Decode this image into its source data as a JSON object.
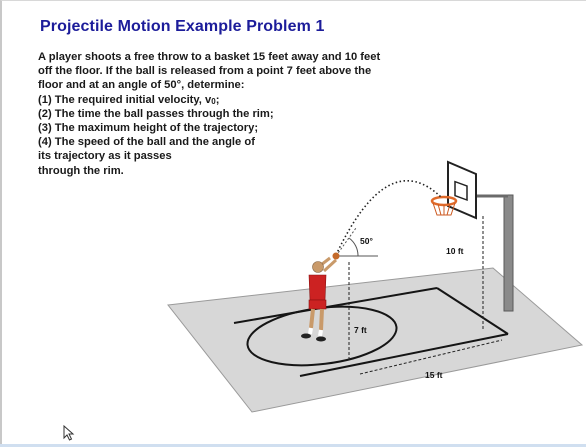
{
  "title": "Projectile Motion Example Problem 1",
  "problem": {
    "line1": "A player shoots a free throw to a basket 15 feet away and 10 feet",
    "line2": "off the floor.  If the ball is released from a point 7 feet above the",
    "line3": "floor and at an angle of 50°, determine:",
    "item1_text": "(1)  The required initial velocity, v",
    "item1_sub": "0",
    "item1_end": ";",
    "item2": "(2)  The time the ball passes through the rim;",
    "item3": "(3)  The maximum height of the trajectory;",
    "item4": "(4)  The speed of the ball and the angle of",
    "item4_cont1": "its trajectory as it passes",
    "item4_cont2": "through the rim."
  },
  "diagram": {
    "angle_label": "50°",
    "rim_height_label": "10 ft",
    "release_height_label": "7 ft",
    "distance_label": "15 ft"
  },
  "colors": {
    "title": "#1c1c9a",
    "floor": "#d7d7d7",
    "jersey": "#cc2222",
    "rim": "#e06a2a"
  }
}
